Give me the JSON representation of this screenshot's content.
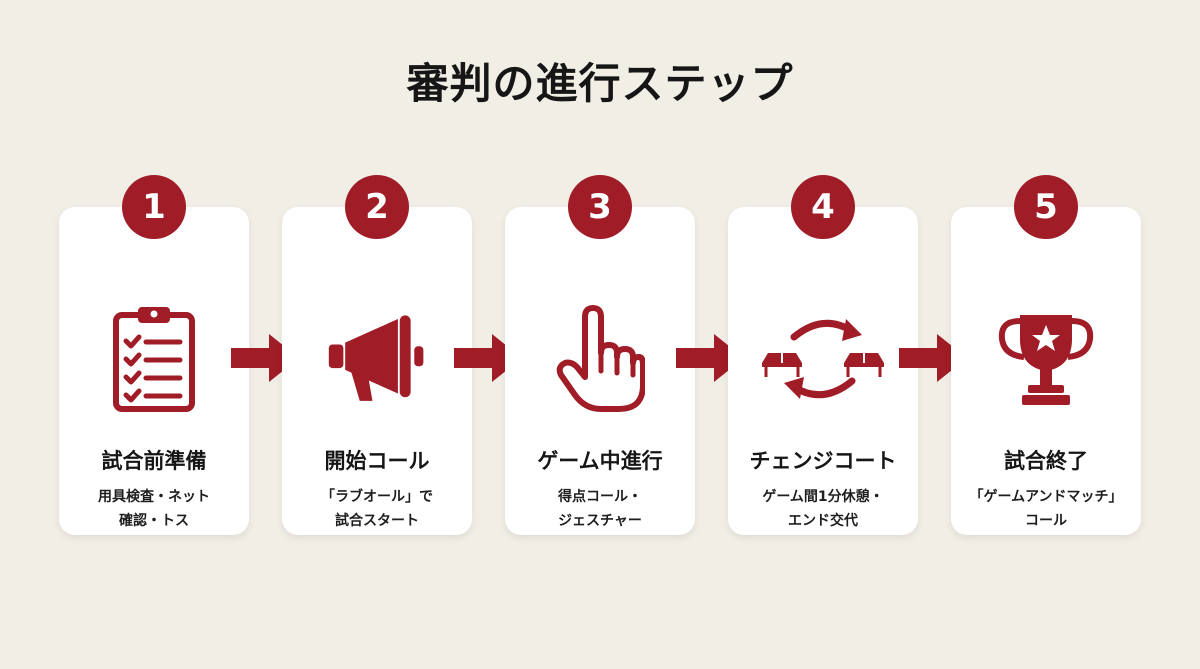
{
  "title": "審判の進行ステップ",
  "accent_color": "#a01c26",
  "steps": [
    {
      "number": "1",
      "icon": "clipboard-checklist-icon",
      "title": "試合前準備",
      "desc": [
        "用具検査・ネット",
        "確認・トス"
      ]
    },
    {
      "number": "2",
      "icon": "megaphone-icon",
      "title": "開始コール",
      "desc": [
        "「ラブオール」で",
        "試合スタート"
      ]
    },
    {
      "number": "3",
      "icon": "pointing-hand-icon",
      "title": "ゲーム中進行",
      "desc": [
        "得点コール・",
        "ジェスチャー"
      ]
    },
    {
      "number": "4",
      "icon": "court-change-icon",
      "title": "チェンジコート",
      "desc": [
        "ゲーム間1分休憩・",
        "エンド交代"
      ]
    },
    {
      "number": "5",
      "icon": "trophy-icon",
      "title": "試合終了",
      "desc": [
        "「ゲームアンドマッチ」",
        "コール"
      ]
    }
  ]
}
